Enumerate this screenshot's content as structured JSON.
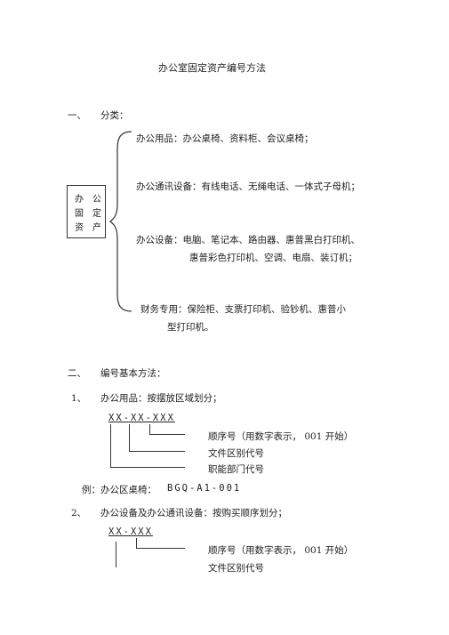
{
  "title": "办公室固定资产编号方法",
  "section1": {
    "number": "一、",
    "heading": "分类："
  },
  "box_lines": [
    "办　公",
    "固　定",
    "资　产"
  ],
  "categories": [
    "办公用品：办公桌椅、资料柜、会议桌椅；",
    "办公通讯设备：有线电话、无绳电话、一体式子母机；",
    "办公设备：电脑、笔记本、路由器、惠普黑白打印机、",
    "惠普彩色打印机、空调、电扇、装订机；",
    "财务专用：保险柜、支票打印机、验钞机、惠普小",
    "型打印机。"
  ],
  "section2": {
    "number": "二、",
    "heading": "编号基本方法："
  },
  "item1": {
    "number": "1、",
    "text": "办公用品：按摆放区域划分；",
    "code": "XX-XX-XXX",
    "labels": [
      "顺序号（用数字表示， 001 开始）",
      "文件区别代号",
      "职能部门代号"
    ],
    "example_label": "例：办公区桌椅：",
    "example_code": "BGQ-A1-001"
  },
  "item2": {
    "number": "2、",
    "text": "办公设备及办公通讯设备：按购买顺序划分；",
    "code": "XX-XXX",
    "labels": [
      "顺序号（用数字表示， 001 开始）",
      "文件区别代号"
    ]
  }
}
